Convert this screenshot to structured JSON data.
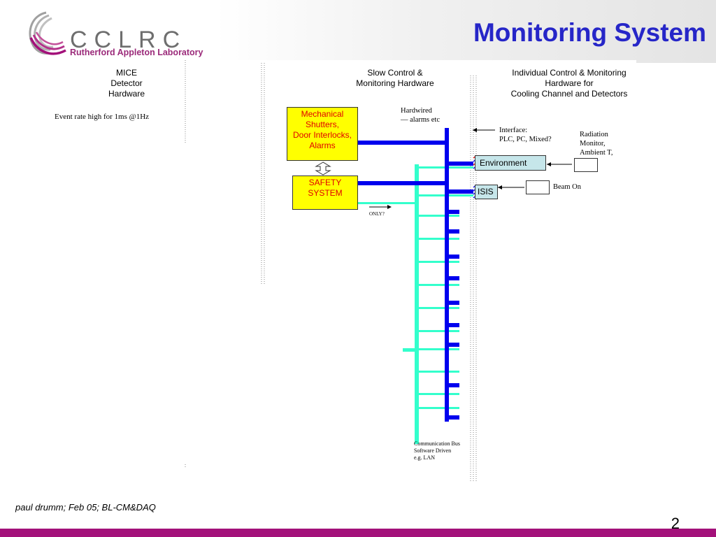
{
  "header": {
    "logo_text": "CCLRC",
    "logo_subtitle": "Rutherford Appleton Laboratory",
    "title": "Monitoring System"
  },
  "columns": {
    "mice": "MICE\nDetector\nHardware",
    "slow_control": "Slow Control &\nMonitoring Hardware",
    "individual": "Individual Control & Monitoring\nHardware for\nCooling Channel and Detectors"
  },
  "notes": {
    "event_rate": "Event rate high for 1ms @1Hz",
    "hardwired": "Hardwired\n— alarms etc",
    "interface": "Interface:\nPLC, PC, Mixed?",
    "radiation": "Radiation\nMonitor,\nAmbient T,",
    "beam_on": "Beam On",
    "only": "ONLY?",
    "bus": "Communication Bus\n        Software Driven\n          e.g. LAN",
    "tick": ":"
  },
  "boxes": {
    "mechanical": "Mechanical\nShutters,\nDoor Interlocks,\nAlarms",
    "safety": "SAFETY\nSYSTEM",
    "environment": "Environment",
    "isis": "ISIS"
  },
  "footer": {
    "credit": "paul drumm; Feb 05; BL-CM&DAQ",
    "page": "2"
  },
  "colors": {
    "title": "#2626c8",
    "bus_blue": "#0000ee",
    "bus_cyan": "#33ffcc",
    "yellow_box": "#ffff00",
    "brand_magenta": "#a3117a"
  }
}
